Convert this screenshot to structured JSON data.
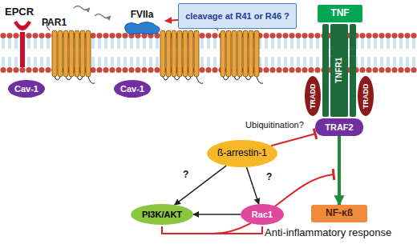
{
  "diagram": {
    "nodes": [
      {
        "text": [
          "cleavage at R41 or R46 ?"
        ]
      },
      {
        "text": [
          "TNF"
        ]
      },
      {
        "text": [
          "Cav-1"
        ]
      },
      {
        "text": [
          "FVIIa"
        ]
      },
      {
        "text": [
          "TNFR1"
        ]
      },
      {
        "text": [
          "TRADD"
        ]
      },
      {
        "text": [
          "TRADD"
        ]
      },
      {
        "text": [
          "Cav-1"
        ]
      },
      {
        "text": [
          "TRAF2"
        ]
      },
      {
        "text": [
          "ß-arrestin-1"
        ]
      },
      {
        "text": [
          "PI3K/AKT"
        ]
      },
      {
        "text": [
          "Rac1"
        ]
      },
      {
        "text": [
          "NF-κß"
        ]
      }
    ],
    "edges": [
      {
        "from": 0,
        "to": 3,
        "arrow": "to"
      },
      {
        "from": 9,
        "to": 8,
        "arrow": "to"
      },
      {
        "from": 9,
        "to": 10,
        "arrow": "to"
      },
      {
        "from": 9,
        "to": 11,
        "arrow": "to"
      },
      {
        "from": 11,
        "to": 10,
        "arrow": "to"
      },
      {
        "from": 8,
        "to": 12,
        "arrow": "to"
      }
    ],
    "labels": [
      "EPCR",
      "PAR1",
      "Ubiquitination?",
      "?",
      "?",
      "Anti-inflammatory response"
    ]
  }
}
